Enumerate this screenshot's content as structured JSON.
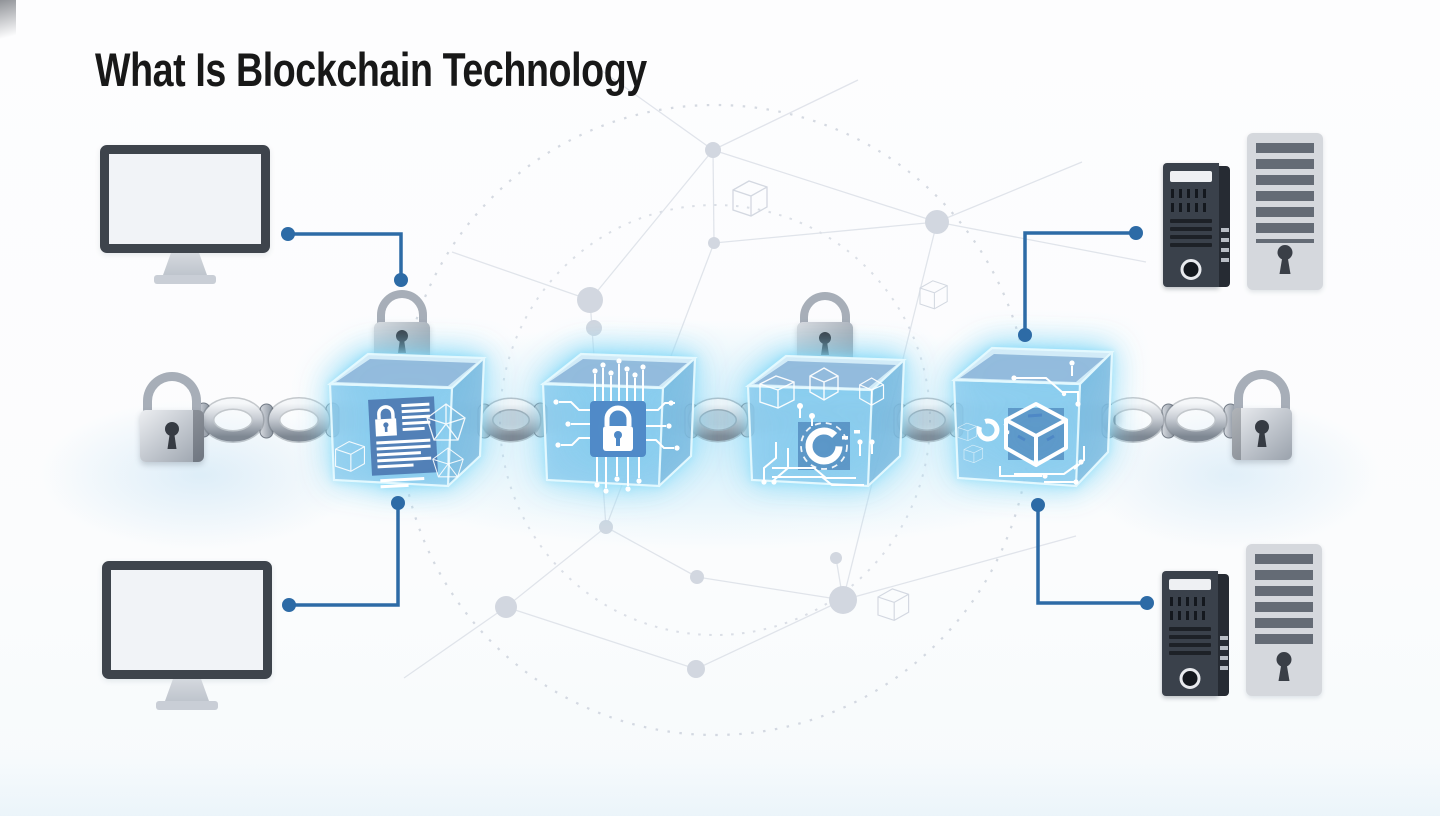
{
  "title": "What Is Blockchain Technology",
  "colors": {
    "accent_line": "#2d6ba6",
    "block_panel_blue": "#4e88c6",
    "block_glass_blue": "#9ecbe9",
    "edge_glow": "#8fd4f2",
    "chain_metal": "#aab2bc",
    "device_dark": "#3a414b",
    "device_light": "#d5d8dd",
    "title_text": "#181818"
  },
  "diagram": {
    "background": {
      "pattern": "dotted-circles-network-nodes-wireframe-cubes"
    },
    "left_devices": [
      {
        "position": "top-left",
        "icon": "desktop-monitor-icon"
      },
      {
        "position": "bottom-left",
        "icon": "desktop-monitor-icon"
      }
    ],
    "right_devices": [
      {
        "position": "top-right",
        "icon": "server-tower-pair-icon"
      },
      {
        "position": "bottom-right",
        "icon": "server-tower-pair-icon"
      }
    ],
    "chain": {
      "end_locks": [
        {
          "position": "left",
          "icon": "padlock-icon"
        },
        {
          "position": "right",
          "icon": "padlock-icon"
        }
      ],
      "links": "metal-chain-links"
    },
    "blocks": [
      {
        "index": 1,
        "icon": "document-lock-icon",
        "top_lock": true
      },
      {
        "index": 2,
        "icon": "padlock-circuit-icon",
        "top_lock": false
      },
      {
        "index": 3,
        "icon": "ring-circuit-icon",
        "top_lock": true
      },
      {
        "index": 4,
        "icon": "cube-circuit-icon",
        "top_lock": false
      }
    ],
    "connectors": [
      {
        "from": "monitor-top-left",
        "to": "block-1"
      },
      {
        "from": "monitor-bottom-left",
        "to": "block-1"
      },
      {
        "from": "servers-top-right",
        "to": "block-4"
      },
      {
        "from": "servers-bottom-right",
        "to": "block-4"
      }
    ]
  }
}
